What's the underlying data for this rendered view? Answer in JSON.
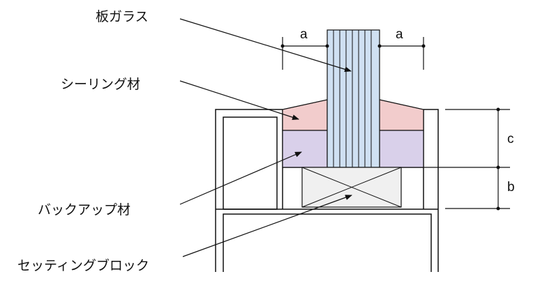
{
  "labels": {
    "glass": "板ガラス",
    "sealant": "シーリング材",
    "backup": "バックアップ材",
    "setting_block": "セッティングブロック"
  },
  "dimensions": {
    "a_left": "a",
    "a_right": "a",
    "b": "b",
    "c": "c"
  },
  "colors": {
    "glass": "#cfe0f2",
    "sealant": "#f2cccc",
    "backup": "#d9d0ea",
    "setting_block": "#f0f0f0",
    "line": "#111111"
  }
}
